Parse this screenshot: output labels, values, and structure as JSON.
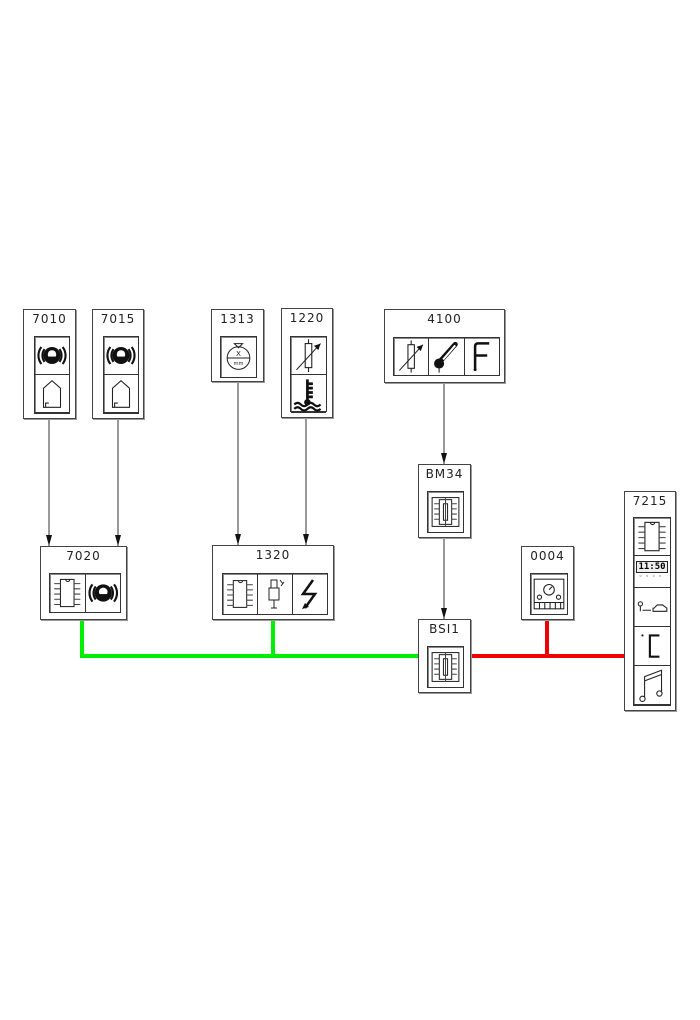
{
  "nodes": {
    "n7010": {
      "label": "7010",
      "icons": [
        "brake-pad-icon",
        "house-icon"
      ]
    },
    "n7015": {
      "label": "7015",
      "icons": [
        "brake-pad-icon",
        "house-icon"
      ]
    },
    "n1313": {
      "label": "1313",
      "icons": [
        "rpm-sensor-icon"
      ]
    },
    "n1220": {
      "label": "1220",
      "icons": [
        "variable-resistor-icon",
        "coolant-temperature-icon"
      ]
    },
    "n4100": {
      "label": "4100",
      "icons": [
        "variable-resistor-icon",
        "thermometer-icon",
        "fuel-gauge-icon"
      ]
    },
    "n7020": {
      "label": "7020",
      "icons": [
        "ecu-chip-icon",
        "brake-pad-icon"
      ]
    },
    "n1320": {
      "label": "1320",
      "icons": [
        "ecu-chip-icon",
        "injector-icon",
        "lightning-icon"
      ]
    },
    "bm34": {
      "label": "BM34",
      "icons": [
        "fuse-box-icon"
      ]
    },
    "bsi1": {
      "label": "BSI1",
      "icons": [
        "fuse-box-icon"
      ]
    },
    "n0004": {
      "label": "0004",
      "icons": [
        "instrument-cluster-icon"
      ]
    },
    "n7215": {
      "label": "7215",
      "display": "11:50",
      "icons": [
        "ecu-chip-icon",
        "clock-display-icon",
        "person-car-icon",
        "bracket-icon",
        "music-note-icon"
      ]
    }
  },
  "colors": {
    "can_bus_green": "#00ee00",
    "can_bus_red": "#ee0000",
    "line": "#333333"
  }
}
